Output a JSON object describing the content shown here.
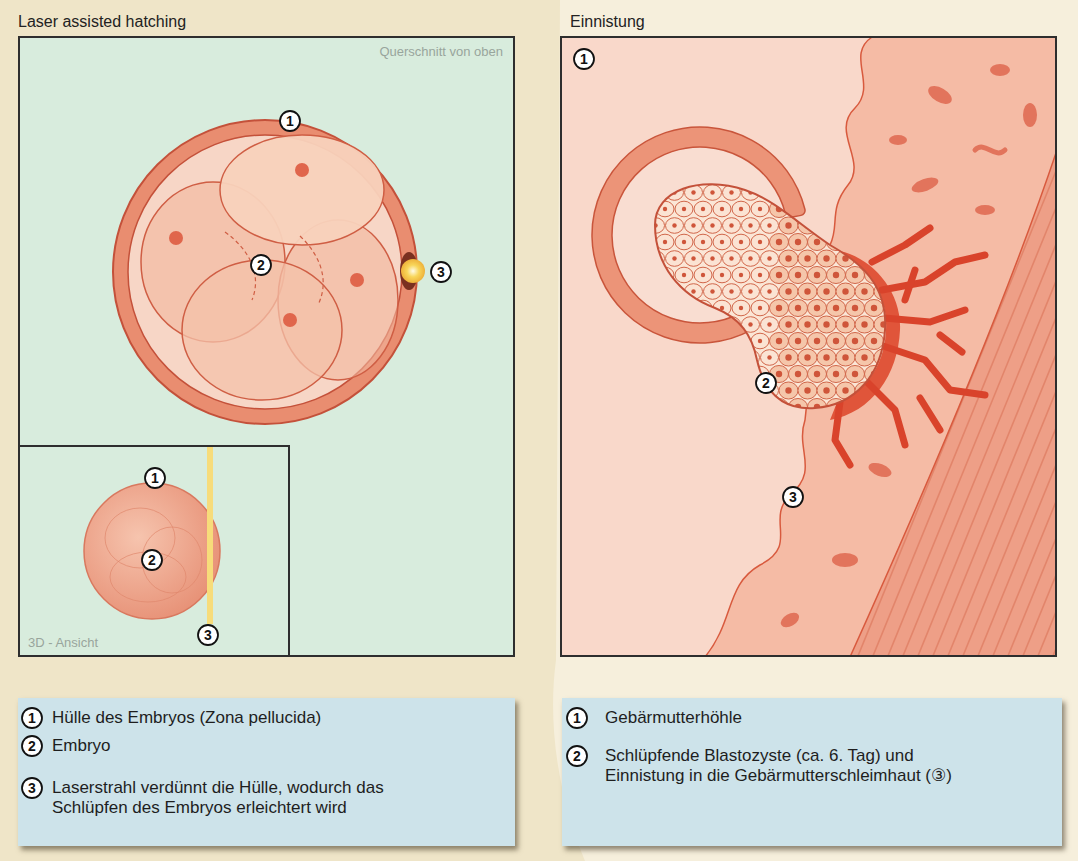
{
  "diagram": {
    "nodes": [
      {
        "text": [
          "Laser assisted hatching",
          "Querschnitt von oben"
        ]
      },
      {
        "text": [
          "1"
        ],
        "in": 0
      },
      {
        "text": [
          "2"
        ],
        "in": 0
      },
      {
        "text": [
          "3"
        ],
        "in": 0
      },
      {
        "text": [
          "3D - Ansicht"
        ],
        "in": 0
      },
      {
        "text": [
          "1"
        ],
        "in": 4
      },
      {
        "text": [
          "2"
        ],
        "in": 4
      },
      {
        "text": [
          "3"
        ],
        "in": 4
      },
      {
        "text": [
          "Einnistung"
        ]
      },
      {
        "text": [
          "1"
        ],
        "in": 8
      },
      {
        "text": [
          "2"
        ],
        "in": 8
      },
      {
        "text": [
          "3"
        ],
        "in": 8
      },
      {
        "text": [
          "Hülle des Embryos (Zona pellucida)",
          "Embryo",
          "Laserstrahl verdünnt die Hülle, wodurch das Schlüpfen des Embryos erleichtert wird"
        ]
      },
      {
        "text": [
          "1"
        ],
        "in": 12
      },
      {
        "text": [
          "2"
        ],
        "in": 12
      },
      {
        "text": [
          "3"
        ],
        "in": 12
      },
      {
        "text": [
          "Gebärmutterhöhle",
          "Schlüpfende Blastozyste (ca. 6. Tag) und Einnistung in die Gebärmutterschleimhaut (③)"
        ]
      },
      {
        "text": [
          "1"
        ],
        "in": 16
      },
      {
        "text": [
          "2"
        ],
        "in": 16
      }
    ]
  }
}
